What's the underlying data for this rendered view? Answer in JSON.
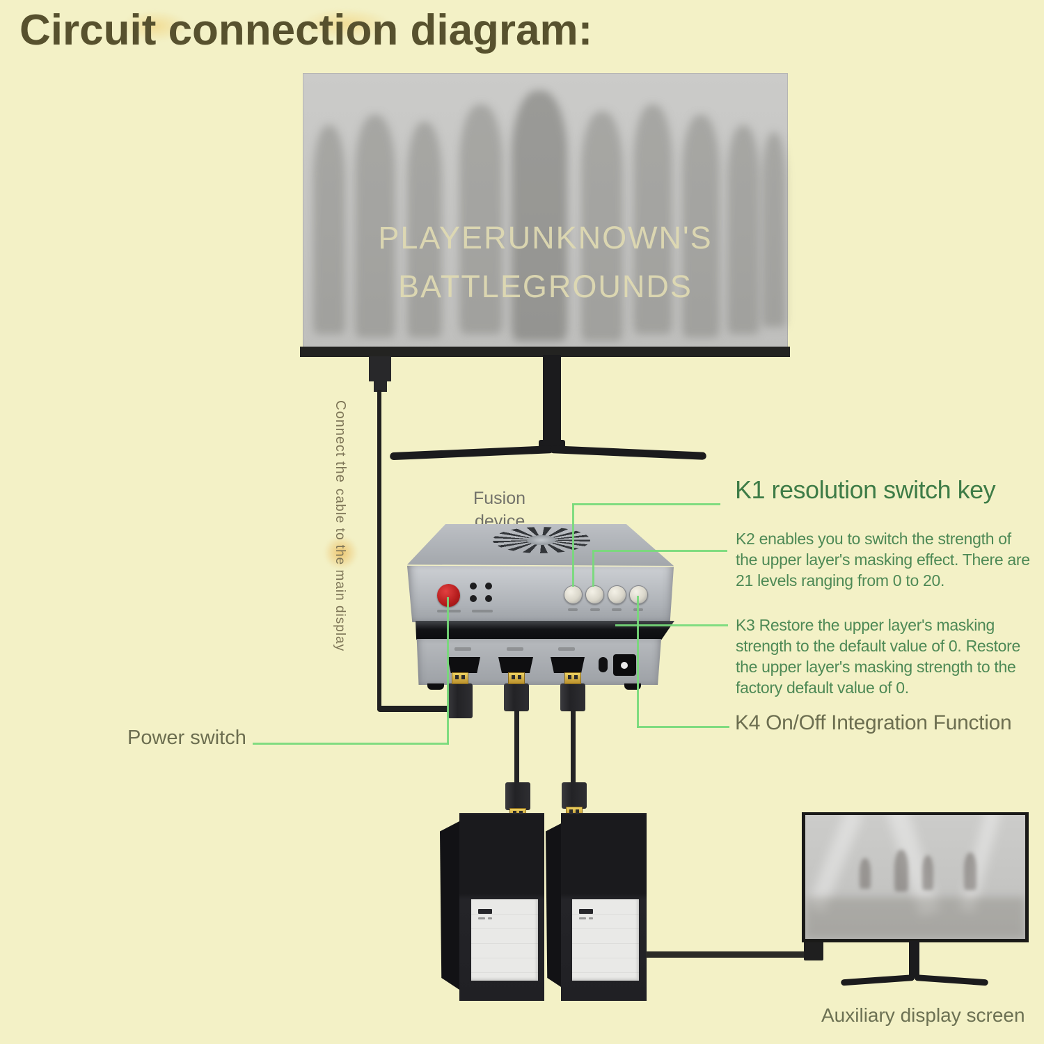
{
  "title": "Circuit connection diagram:",
  "colors": {
    "background": "#f3f1c6",
    "title_text": "#57512e",
    "callout_line_green": "#76da79",
    "k_paragraph_green": "#4d8955",
    "k1_title_green": "#3e7c47",
    "olive_label": "#6c6e50",
    "screen_text_cream": "#ded8b2",
    "device_silver": "#aeb2b7",
    "power_button_red": "#b31c1c"
  },
  "monitor": {
    "screen_line1": "PLAYERUNKNOWN'S",
    "screen_line2": "BATTLEGROUNDS"
  },
  "cable_label": {
    "line1": "Connect the",
    "line2": "cable to the main display"
  },
  "fusion_device": {
    "label_line1": "Fusion",
    "label_line2": "device"
  },
  "callouts": {
    "k1": "K1 resolution switch key",
    "k2": "K2 enables you to switch the strength of the upper layer's masking effect. There are 21 levels ranging from 0 to 20.",
    "k3": "K3 Restore the upper layer's masking strength to the default value of 0. Restore the upper layer's masking strength to the factory default value of 0.",
    "k4": "K4 On/Off Integration Function",
    "power": "Power switch",
    "aux_display": "Auxiliary display screen"
  }
}
